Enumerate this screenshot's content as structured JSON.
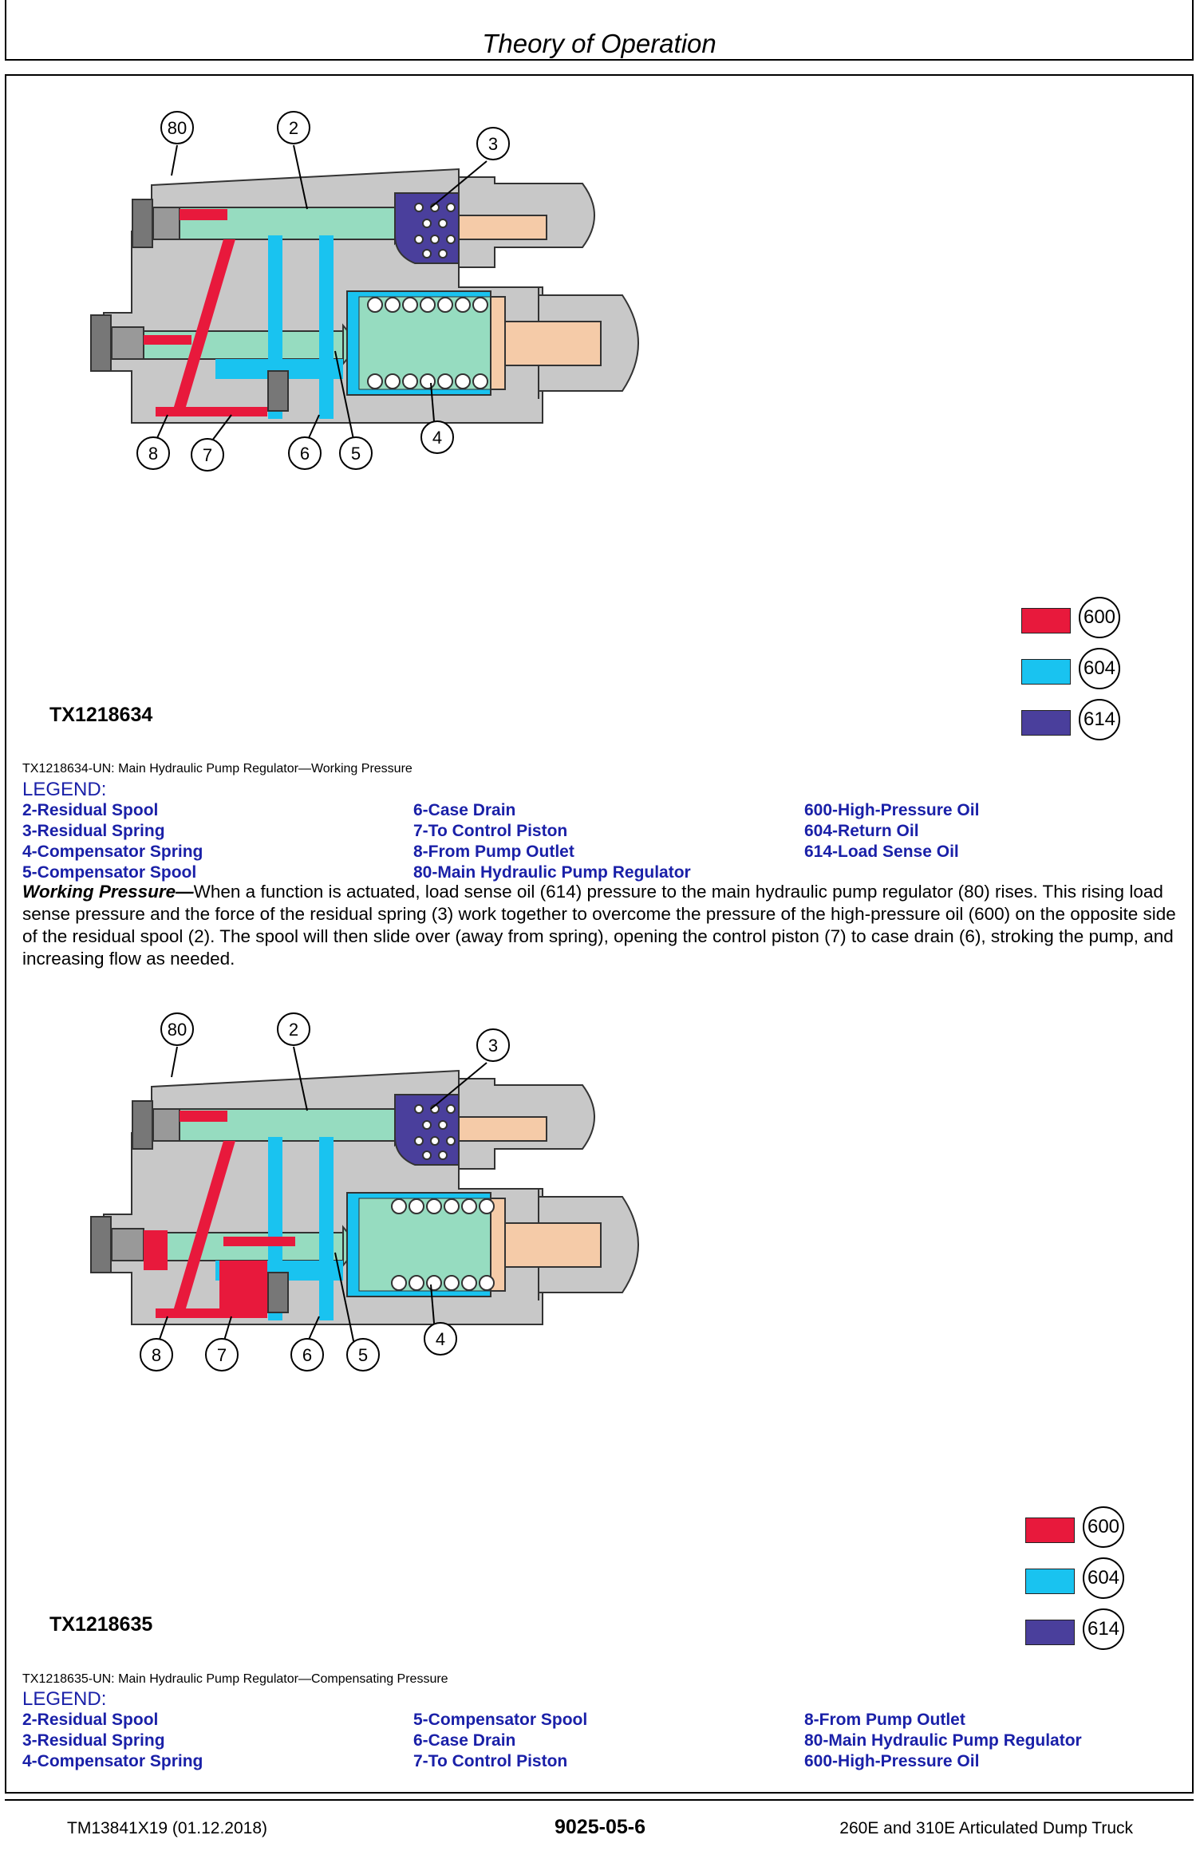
{
  "header": {
    "title": "Theory of Operation"
  },
  "figure1": {
    "id": "TX1218634",
    "caption": "TX1218634-UN: Main Hydraulic Pump Regulator—Working Pressure",
    "legend_title": "LEGEND:",
    "legend": [
      "2-Residual Spool",
      "6-Case Drain",
      "600-High-Pressure Oil",
      "3-Residual Spring",
      "7-To Control Piston",
      "604-Return Oil",
      "4-Compensator Spring",
      "8-From Pump Outlet",
      "614-Load Sense Oil",
      "5-Compensator Spool",
      "80-Main Hydraulic Pump Regulator",
      ""
    ],
    "callouts": [
      "80",
      "2",
      "3",
      "4",
      "5",
      "6",
      "7",
      "8"
    ]
  },
  "paragraph": {
    "lead": "Working Pressure—",
    "text": "When a function is actuated, load sense oil (614) pressure to the main hydraulic pump regulator (80) rises. This rising load sense pressure and the force of the residual spring (3) work together to overcome the pressure of the high-pressure oil (600) on the opposite side of the residual spool (2). The spool will then slide over (away from spring), opening the control piston (7) to case drain (6), stroking the pump, and increasing flow as needed."
  },
  "figure2": {
    "id": "TX1218635",
    "caption": "TX1218635-UN: Main Hydraulic Pump Regulator—Compensating Pressure",
    "legend_title": "LEGEND:",
    "legend": [
      "2-Residual Spool",
      "5-Compensator Spool",
      "8-From Pump Outlet",
      "3-Residual Spring",
      "6-Case Drain",
      "80-Main Hydraulic Pump Regulator",
      "4-Compensator Spring",
      "7-To Control Piston",
      "600-High-Pressure Oil"
    ],
    "callouts": [
      "80",
      "2",
      "3",
      "4",
      "5",
      "6",
      "7",
      "8"
    ]
  },
  "color_key": [
    {
      "label": "600",
      "color": "#e8193c"
    },
    {
      "label": "604",
      "color": "#19c3f0"
    },
    {
      "label": "614",
      "color": "#4a3f9c"
    }
  ],
  "colors": {
    "body": "#c8c8c8",
    "body_dark": "#6e6e6e",
    "spool": "#96dcc0",
    "piston": "#f5cba8",
    "legend_text": "#1a20a8"
  },
  "footer": {
    "left": "TM13841X19 (01.12.2018)",
    "center": "9025-05-6",
    "right": "260E and 310E Articulated Dump Truck"
  }
}
